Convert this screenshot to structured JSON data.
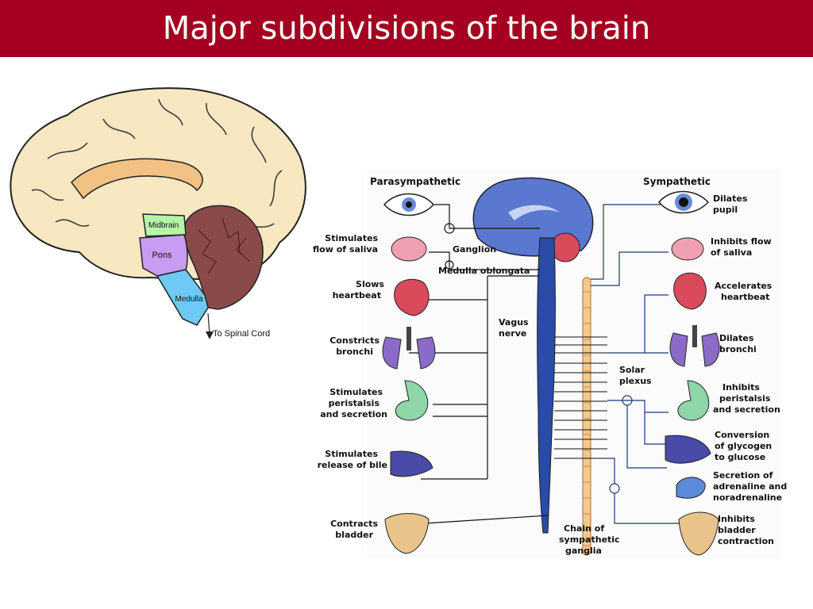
{
  "slide": {
    "title": "Major subdivisions of the brain"
  },
  "brain_diagram": {
    "labels": {
      "midbrain": "Midbrain",
      "pons": "Pons",
      "medulla": "Medulla",
      "spinal_cord": "To Spinal Cord"
    },
    "colors": {
      "cortex": "#f7e8c2",
      "corpus_callosum": "#f2c184",
      "midbrain": "#b6f5a8",
      "pons": "#c89cf2",
      "medulla": "#6ec9f5",
      "cerebellum": "#8b4a4a"
    }
  },
  "ans_diagram": {
    "headers": {
      "parasympathetic": "Parasympathetic",
      "sympathetic": "Sympathetic"
    },
    "center_labels": {
      "ganglion": "Ganglion",
      "medulla_oblongata": "Medulla oblongata",
      "vagus_nerve_1": "Vagus",
      "vagus_nerve_2": "nerve",
      "solar_plexus_1": "Solar",
      "solar_plexus_2": "plexus",
      "chain_1": "Chain of",
      "chain_2": "sympathetic",
      "chain_3": "ganglia"
    },
    "parasympathetic_effects": [
      [
        "Stimulates",
        "flow of saliva"
      ],
      [
        "Slows",
        "heartbeat"
      ],
      [
        "Constricts",
        "bronchi"
      ],
      [
        "Stimulates",
        "peristalsis",
        "and secretion"
      ],
      [
        "Stimulates",
        "release of bile"
      ],
      [
        "Contracts",
        "bladder"
      ]
    ],
    "sympathetic_effects": [
      [
        "Dilates",
        "pupil"
      ],
      [
        "Inhibits flow",
        "of saliva"
      ],
      [
        "Accelerates",
        "heartbeat"
      ],
      [
        "Dilates",
        "bronchi"
      ],
      [
        "Inhibits",
        "peristalsis",
        "and secretion"
      ],
      [
        "Conversion",
        "of glycogen",
        "to glucose"
      ],
      [
        "Secretion of",
        "adrenaline and",
        "noradrenaline"
      ],
      [
        "Inhibits",
        "bladder",
        "contraction"
      ]
    ],
    "colors": {
      "nerve": "#2a4ba8",
      "chain": "#f4c98a",
      "organ_red": "#d94a5a",
      "organ_purple": "#8a6cc8",
      "organ_green": "#8fd6a8",
      "organ_blue": "#4a4aa8",
      "bladder": "#e8c38a"
    }
  }
}
